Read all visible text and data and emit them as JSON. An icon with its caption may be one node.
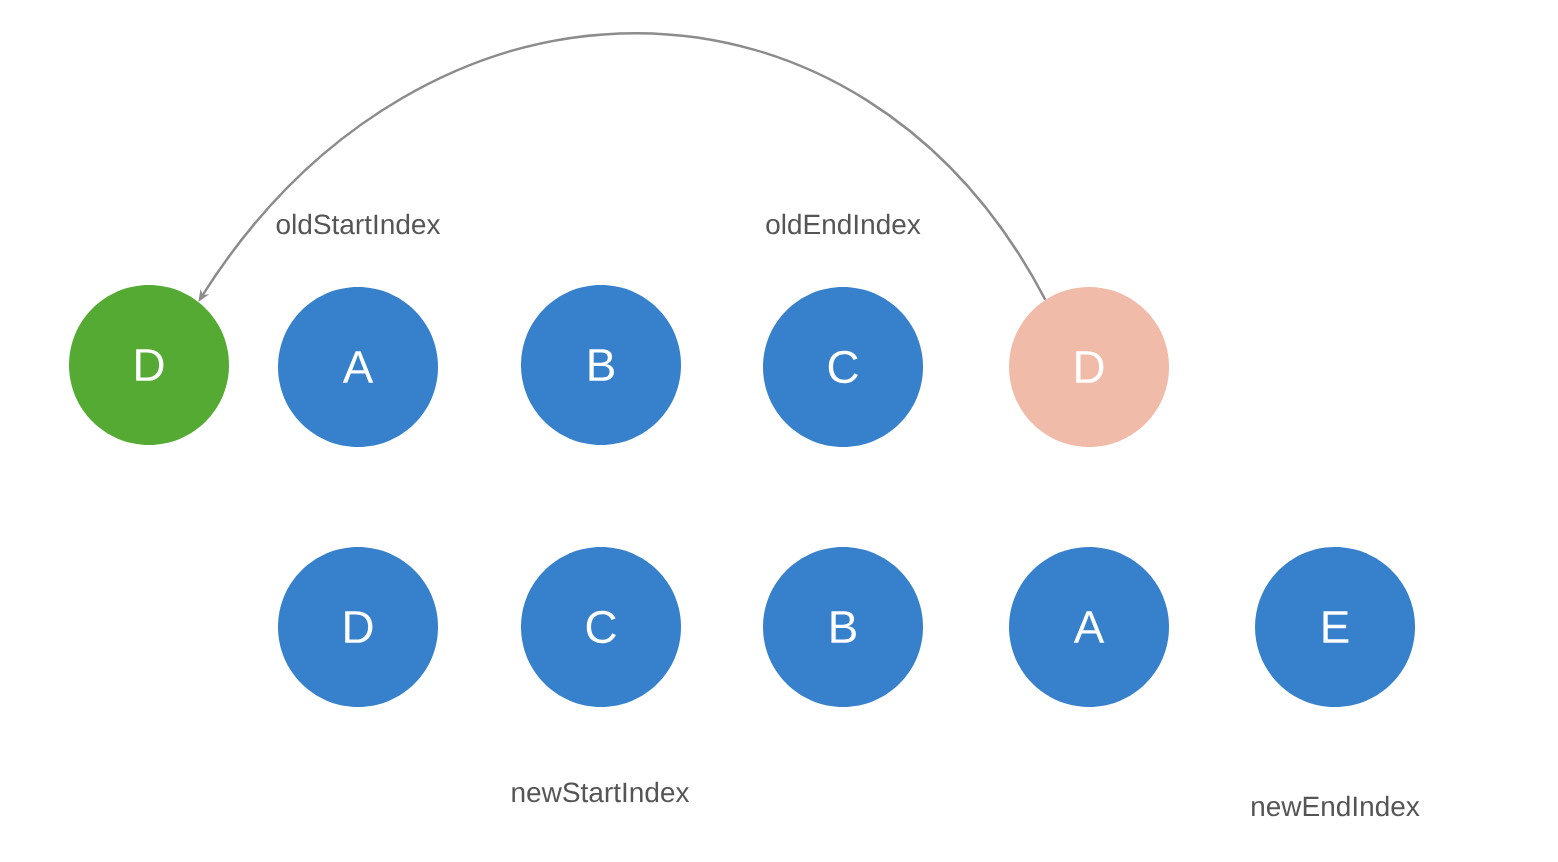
{
  "diagram": {
    "nodes": [
      {
        "text": [
          "D"
        ]
      },
      {
        "text": [
          "A"
        ]
      },
      {
        "text": [
          "B"
        ]
      },
      {
        "text": [
          "C"
        ]
      },
      {
        "text": [
          "D"
        ]
      },
      {
        "text": [
          "D"
        ]
      },
      {
        "text": [
          "C"
        ]
      },
      {
        "text": [
          "B"
        ]
      },
      {
        "text": [
          "A"
        ]
      },
      {
        "text": [
          "E"
        ]
      }
    ],
    "edges": [
      {
        "from": 4,
        "to": 0,
        "arrow": "to"
      }
    ],
    "labels": [
      "oldStartIndex",
      "oldEndIndex",
      "newStartIndex",
      "newEndIndex"
    ]
  }
}
